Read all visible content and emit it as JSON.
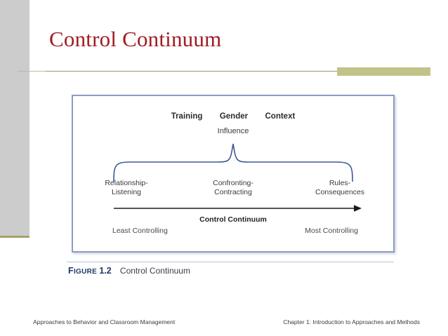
{
  "slide": {
    "title": "Control Continuum"
  },
  "figure": {
    "influences": {
      "items": [
        "Training",
        "Gender",
        "Context"
      ],
      "group_label": "Influence"
    },
    "approaches": [
      {
        "line1": "Relationship-",
        "line2": "Listening"
      },
      {
        "line1": "Confronting-",
        "line2": "Contracting"
      },
      {
        "line1": "Rules-",
        "line2": "Consequences"
      }
    ],
    "axis": {
      "label": "Control Continuum",
      "left_end": "Least Controlling",
      "right_end": "Most Controlling"
    }
  },
  "caption": {
    "figure_word": "Figure",
    "figure_number": "1.2",
    "text": "Control Continuum"
  },
  "footer": {
    "left": "Approaches to Behavior and Classroom Management",
    "right": "Chapter 1: Introduction to Approaches and Methods"
  },
  "colors": {
    "title_red": "#a01c22",
    "box_border_blue": "#8c9cc4",
    "brace_blue": "#3d5a92",
    "accent_khaki": "#c3c389",
    "sidebar_gray": "#cccccc",
    "caption_navy": "#1f3864"
  }
}
